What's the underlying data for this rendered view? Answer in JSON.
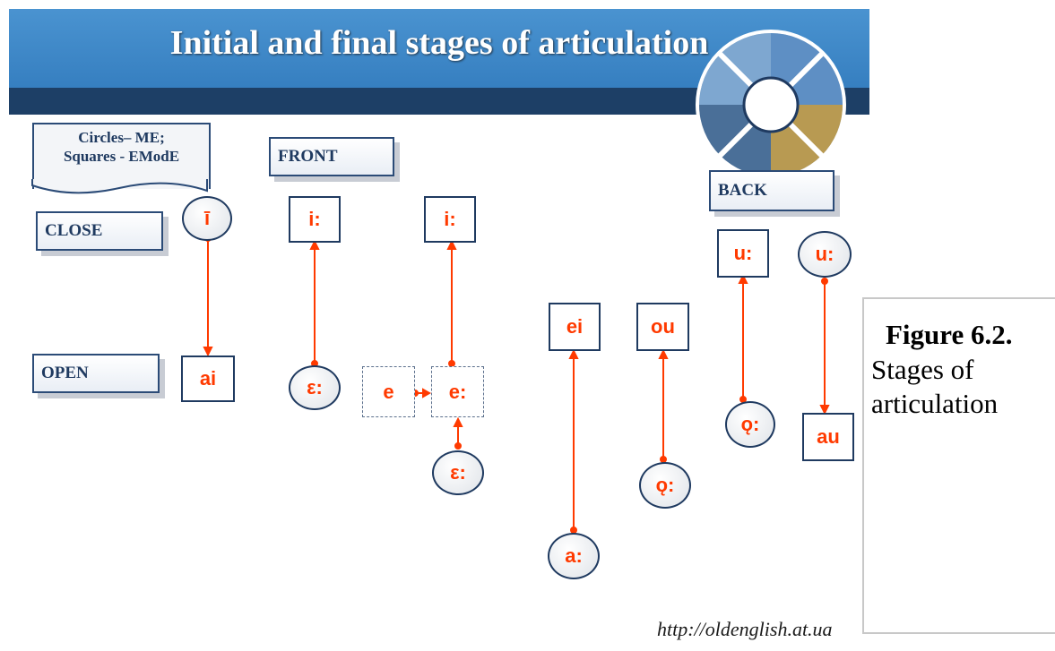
{
  "slide": {
    "title": "Initial and final stages of articulation",
    "url": "http://oldenglish.at.ua"
  },
  "legend": {
    "line1": "Circles– ME;",
    "line2": "Squares - EModE"
  },
  "labels": {
    "front": "FRONT",
    "back": "BACK",
    "close": "CLOSE",
    "open": "OPEN"
  },
  "figure": {
    "number": "Figure 6.2.",
    "caption": "Stages of articulation"
  },
  "nodes": {
    "n1_circle_i": "ī",
    "n1_square_ai": "ai",
    "n2_square_i": "i:",
    "n2_circle_e": "ε:",
    "n3_square_i": "i:",
    "n3_square_e_short": "e",
    "n3_square_e_long": "e:",
    "n3_circle_e": "ε:",
    "n4_square_ei": "ei",
    "n4_circle_a": "a:",
    "n5_square_ou": "ou",
    "n5_circle_o": "ǫ:",
    "n6_square_u": "u:",
    "n6_circle_o": "ǫ:",
    "n7_circle_u": "u:",
    "n7_square_au": "au"
  },
  "colors": {
    "header": "#3a86c8",
    "band": "#1d3f66",
    "accent": "#ff3a00",
    "border": "#1f3a60"
  }
}
